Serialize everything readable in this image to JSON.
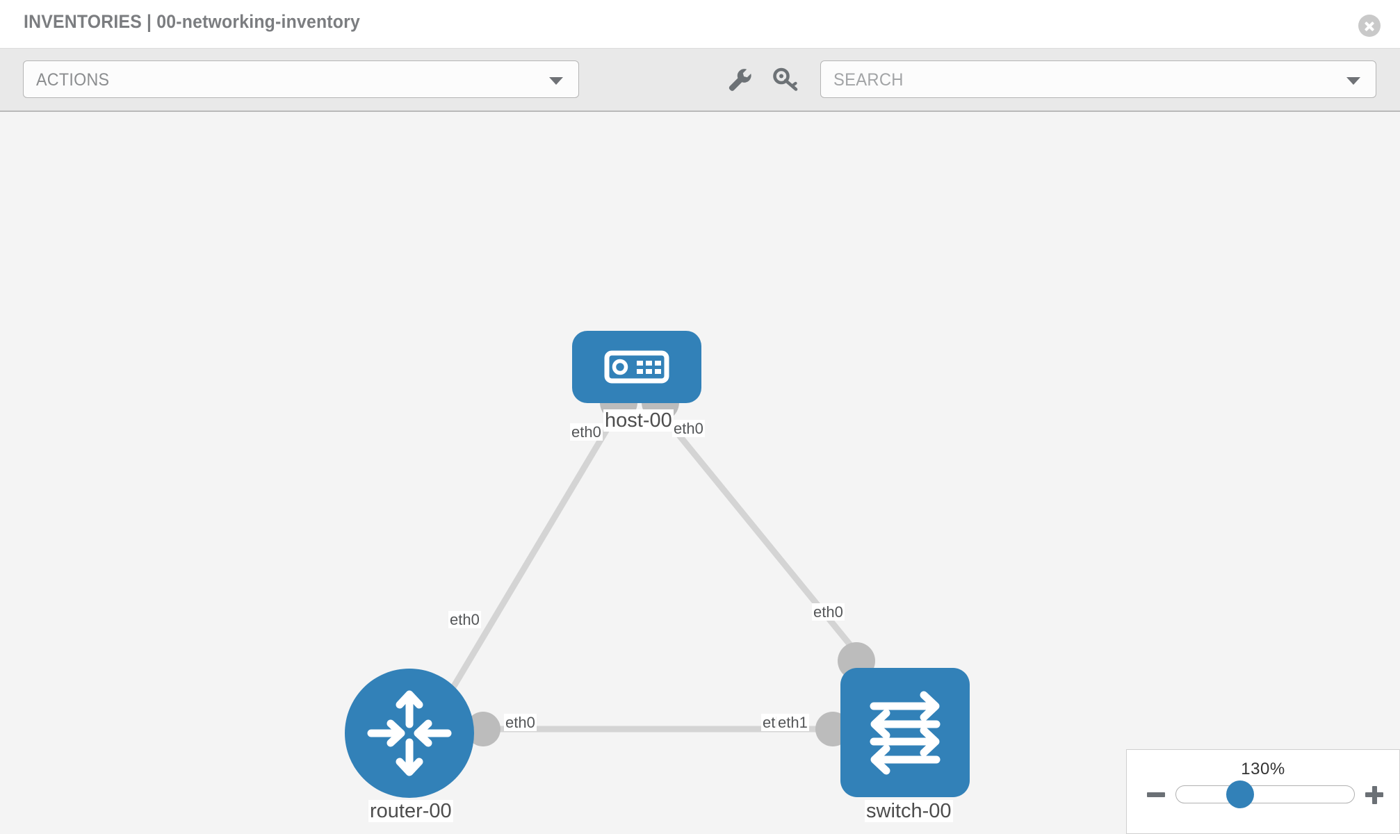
{
  "header": {
    "title": "INVENTORIES | 00-networking-inventory",
    "close_icon": "close-circle-icon"
  },
  "toolbar": {
    "actions_label": "ACTIONS",
    "actions_caret_icon": "chevron-down-icon",
    "wrench_icon": "wrench-icon",
    "key_icon": "key-icon",
    "search_placeholder": "SEARCH",
    "search_caret_icon": "chevron-down-icon"
  },
  "topology": {
    "accent_color": "#3281b8",
    "edge_color": "#d4d4d4",
    "port_color": "#bcbcbc",
    "nodes": [
      {
        "id": "host-00",
        "label": "host-00",
        "icon": "server-icon",
        "shape": "rounded-rect"
      },
      {
        "id": "router-00",
        "label": "router-00",
        "icon": "router-icon",
        "shape": "circle"
      },
      {
        "id": "switch-00",
        "label": "switch-00",
        "icon": "switch-icon",
        "shape": "rounded-square"
      }
    ],
    "links": [
      {
        "from": "router-00",
        "to": "host-00",
        "from_label": "eth0",
        "to_label": "eth0"
      },
      {
        "from": "host-00",
        "to": "switch-00",
        "from_label": "eth0",
        "to_label": "eth0"
      },
      {
        "from": "router-00",
        "to": "switch-00",
        "from_label": "eth0",
        "to_label_under": "eth",
        "to_label": "eth1"
      }
    ]
  },
  "zoom_control": {
    "value": "130%",
    "minus_label": "minus-icon",
    "plus_label": "plus-icon"
  }
}
